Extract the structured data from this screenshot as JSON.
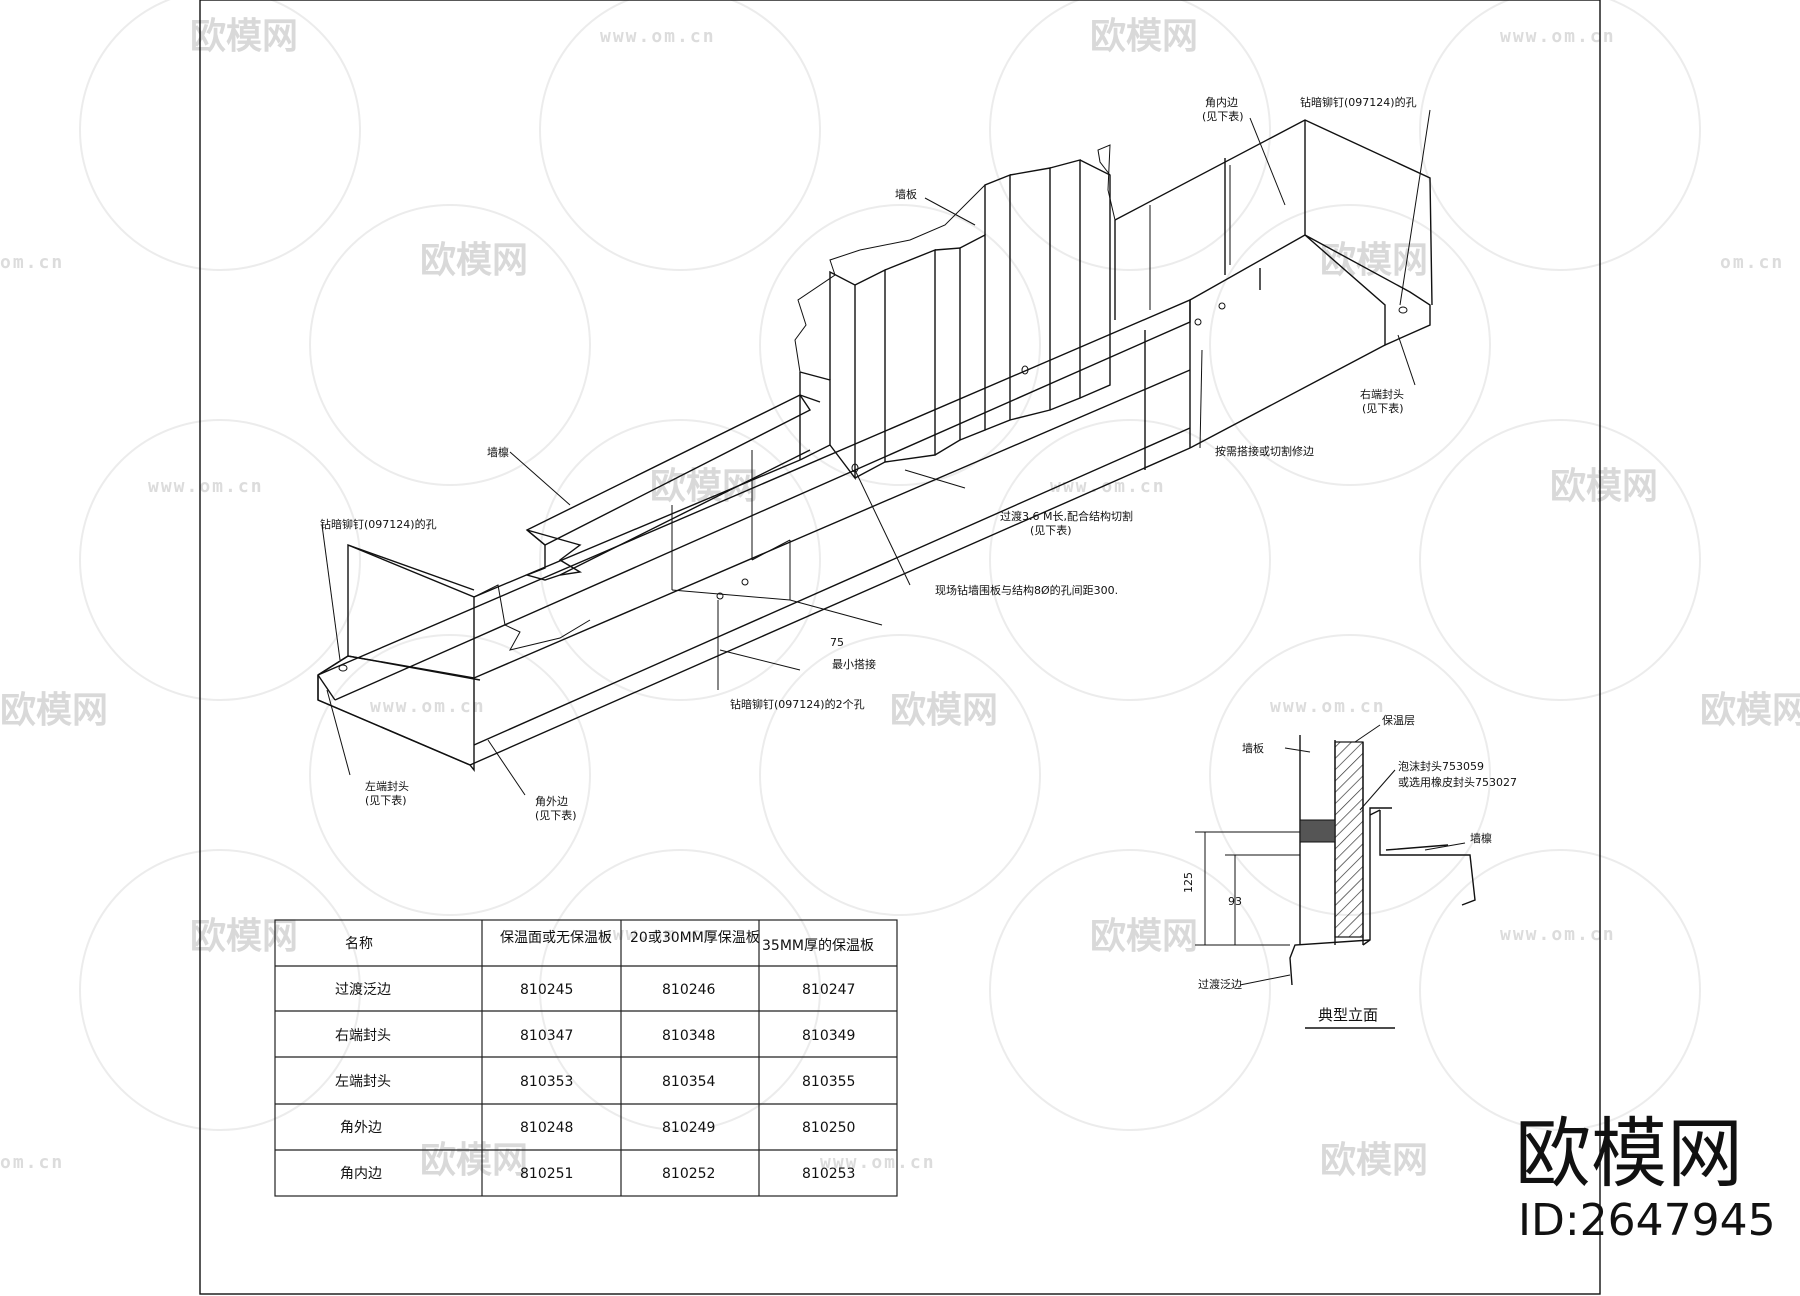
{
  "watermark": {
    "brand": "欧模网",
    "url": "www.om.cn",
    "url_short": "om.cn",
    "id_text": "ID:2647945"
  },
  "iso_labels": {
    "inner_corner": "角内边",
    "see_table_1": "(见下表)",
    "drill_rivet_hole_right": "钻暗铆钉(097124)的孔",
    "wall_panel": "墙板",
    "right_end_cap": "右端封头",
    "see_table_2": "(见下表)",
    "lap_or_cut": "按需搭接或切割修边",
    "wall_girt": "墙檩",
    "drill_rivet_hole_left": "钻暗铆钉(097124)的孔",
    "transition": "过渡3.6 M长,配合结构切割",
    "see_table_3": "(见下表)",
    "field_drill": "现场钻墙围板与结构8Ø的孔间距300.",
    "dim_75": "75",
    "min_overlap": "最小搭接",
    "drill_two_holes": "钻暗铆钉(097124)的2个孔",
    "left_end_cap": "左端封头",
    "see_table_4": "(见下表)",
    "outer_corner": "角外边",
    "see_table_5": "(见下表)"
  },
  "section": {
    "wall_panel": "墙板",
    "insulation": "保温层",
    "foam_seal": "泡沫封头753059",
    "rubber_seal": "或选用橡皮封头753027",
    "girt": "墙檩",
    "dim_125": "125",
    "dim_93": "93",
    "flashing": "过渡泛边",
    "title": "典型立面"
  },
  "table": {
    "headers": [
      "名称",
      "保温面或无保温板",
      "20或30MM厚保温板",
      "35MM厚的保温板"
    ],
    "rows": [
      [
        "过渡泛边",
        "810245",
        "810246",
        "810247"
      ],
      [
        "右端封头",
        "810347",
        "810348",
        "810349"
      ],
      [
        "左端封头",
        "810353",
        "810354",
        "810355"
      ],
      [
        "角外边",
        "810248",
        "810249",
        "810250"
      ],
      [
        "角内边",
        "810251",
        "810252",
        "810253"
      ]
    ]
  }
}
